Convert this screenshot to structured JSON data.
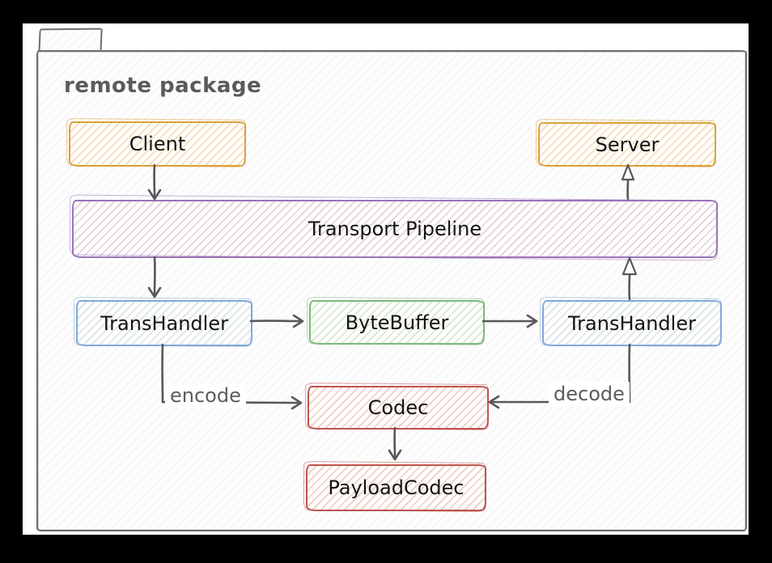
{
  "package": {
    "label": "remote package"
  },
  "nodes": {
    "client": {
      "label": "Client",
      "color": "#dca13e"
    },
    "server": {
      "label": "Server",
      "color": "#dca13e"
    },
    "pipeline": {
      "label": "Transport Pipeline",
      "color": "#9b74b6"
    },
    "transhandler_left": {
      "label": "TransHandler",
      "color": "#82a8d9"
    },
    "bytebuffer": {
      "label": "ByteBuffer",
      "color": "#7eb97e"
    },
    "transhandler_right": {
      "label": "TransHandler",
      "color": "#82a8d9"
    },
    "codec": {
      "label": "Codec",
      "color": "#bf5450"
    },
    "payloadcodec": {
      "label": "PayloadCodec",
      "color": "#bf5450"
    }
  },
  "edges": [
    {
      "from": "client",
      "to": "pipeline",
      "label": "",
      "head": "v"
    },
    {
      "from": "pipeline",
      "to": "transhandler_left",
      "label": "",
      "head": "v"
    },
    {
      "from": "transhandler_left",
      "to": "bytebuffer",
      "label": "",
      "head": "v"
    },
    {
      "from": "bytebuffer",
      "to": "transhandler_right",
      "label": "",
      "head": "v"
    },
    {
      "from": "transhandler_right",
      "to": "pipeline",
      "label": "",
      "head": "open-triangle"
    },
    {
      "from": "pipeline",
      "to": "server",
      "label": "",
      "head": "open-triangle"
    },
    {
      "from": "transhandler_left",
      "to": "codec",
      "label": "encode",
      "head": "v"
    },
    {
      "from": "transhandler_right",
      "to": "codec",
      "label": "decode",
      "head": "v"
    },
    {
      "from": "codec",
      "to": "payloadcodec",
      "label": "",
      "head": "v"
    }
  ],
  "colors": {
    "frame": "#000000",
    "canvas": "#ffffff",
    "package_border": "#6e6e6e",
    "title_text": "#5b5b5b",
    "node_text": "#141414",
    "edge_label_text": "#5d5d5d",
    "arrow": "#585858",
    "orange": "#dca13e",
    "purple": "#9b74b6",
    "blue": "#82a8d9",
    "green": "#7eb97e",
    "red": "#bf5450"
  }
}
